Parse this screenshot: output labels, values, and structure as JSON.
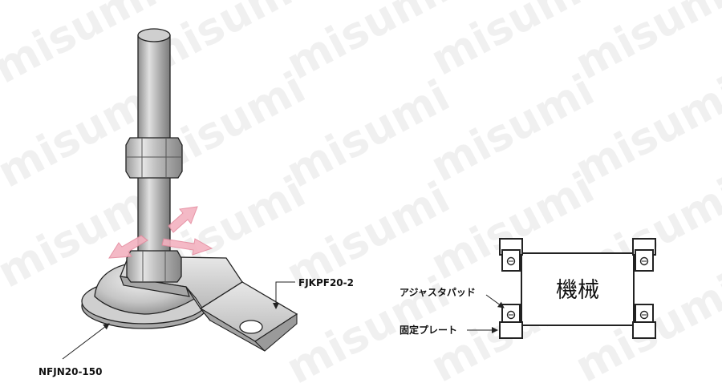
{
  "watermark": {
    "text": "misumi"
  },
  "product_illustration": {
    "callout_bracket": "FJKPF20-2",
    "callout_leveling_foot": "NFJN20-150"
  },
  "schematic": {
    "machine_label": "機械",
    "label_adjuster_pad": "アジャスタパッド",
    "label_fixing_plate": "固定プレート"
  },
  "colors": {
    "arrow_pink": "#f3b2c0",
    "metal_light": "#d4d4d4",
    "metal_dark": "#8a8a8a",
    "outline": "#222222"
  }
}
